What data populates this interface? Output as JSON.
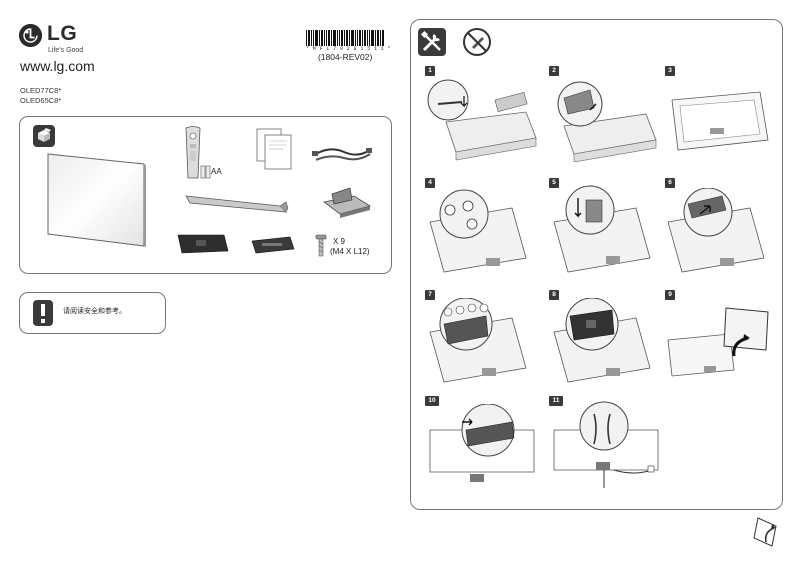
{
  "brand": {
    "name": "LG",
    "slogan": "Life's Good"
  },
  "website": "www.lg.com",
  "models": [
    "OLED77C8*",
    "OLED65C8*"
  ],
  "document": {
    "barcode_number": "* M F L 7 0 2 8 1 5 1 1 *",
    "revision": "(1804-REV02)"
  },
  "components": {
    "battery_label": "AA",
    "screw_qty": "X 9",
    "screw_size": "(M4 X L12)"
  },
  "warning": {
    "text": "请阅读安全和参考。"
  },
  "steps": [
    "1",
    "2",
    "3",
    "4",
    "5",
    "6",
    "7",
    "8",
    "9",
    "10",
    "11"
  ],
  "icons": [
    "box-icon",
    "warning-icon",
    "tools-icon",
    "no-tool-icon",
    "page-turn-icon"
  ]
}
